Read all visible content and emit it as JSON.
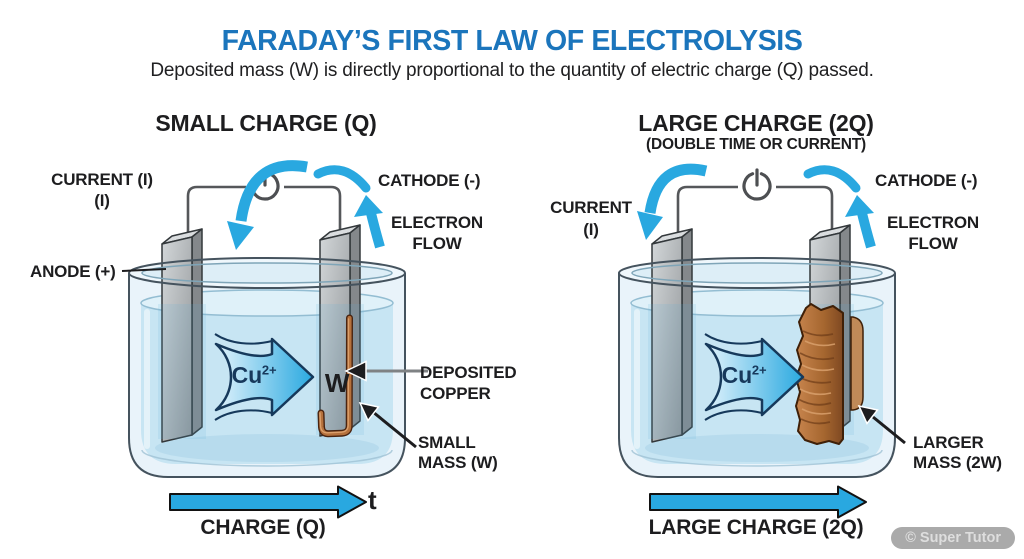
{
  "header": {
    "title": "FARADAY’S FIRST LAW OF ELECTROLYSIS",
    "subtitle": "Deposited mass (W) is directly proportional to the quantity of electric charge (Q) passed."
  },
  "left_panel": {
    "heading": "SMALL CHARGE (Q)",
    "current_label_line1": "CURRENT (I)",
    "current_label_line2": "(I)",
    "cathode_label": "CATHODE (-)",
    "electron_flow_line1": "ELECTRON",
    "electron_flow_line2": "FLOW",
    "anode_label": "ANODE (+)",
    "ion_symbol": "Cu",
    "ion_charge": "2+",
    "mass_label": "W",
    "deposited_copper_line1": "DEPOSITED",
    "deposited_copper_line2": "COPPER",
    "small_mass_line1": "SMALL",
    "small_mass_line2": "MASS (W)",
    "time_label": "t",
    "axis_label": "CHARGE (Q)"
  },
  "right_panel": {
    "heading": "LARGE CHARGE (2Q)",
    "subheading": "(DOUBLE TIME OR CURRENT)",
    "current_label_line1": "CURRENT",
    "current_label_line2": "(I)",
    "cathode_label": "CATHODE (-)",
    "electron_flow_line1": "ELECTRON",
    "electron_flow_line2": "FLOW",
    "ion_symbol": "Cu",
    "ion_charge": "2+",
    "larger_mass_line1": "LARGER",
    "larger_mass_line2": "MASS (2W)",
    "axis_label": "LARGE CHARGE (2Q)"
  },
  "watermark": "© Super Tutor",
  "colors": {
    "title_blue": "#1b75bc",
    "arrow_blue": "#29a8e0",
    "water_blue": "#c7e5f3",
    "copper": "#b5713c",
    "text_dark": "#1d1d1f"
  }
}
